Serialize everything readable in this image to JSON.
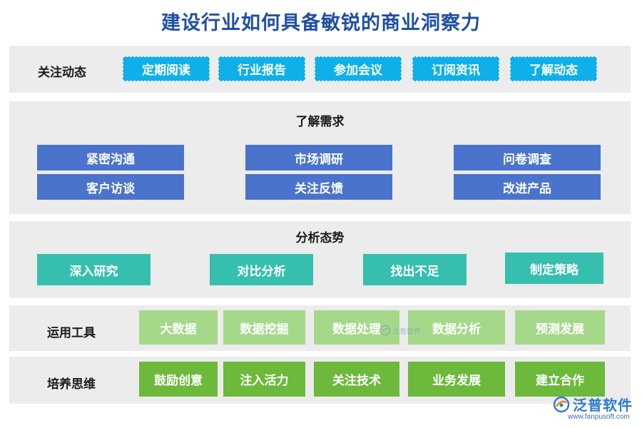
{
  "title": "建设行业如何具备敏锐的商业洞察力",
  "focus": {
    "label": "关注动态",
    "items": [
      "定期阅读",
      "行业报告",
      "参加会议",
      "订阅资讯",
      "了解动态"
    ]
  },
  "needs": {
    "label": "了解需求",
    "items": [
      "紧密沟通",
      "市场调研",
      "问卷调查",
      "客户访谈",
      "关注反馈",
      "改进产品"
    ]
  },
  "analysis": {
    "label": "分析态势",
    "items": [
      "深入研究",
      "对比分析",
      "找出不足",
      "制定策略"
    ]
  },
  "tools": {
    "label": "运用工具",
    "items": [
      "大数据",
      "数据挖掘",
      "数据处理",
      "数据分析",
      "预测发展"
    ]
  },
  "thinking": {
    "label": "培养思维",
    "items": [
      "鼓励创意",
      "注入活力",
      "关注技术",
      "业务发展",
      "建立合作"
    ]
  },
  "watermark": {
    "text": "泛普软件"
  },
  "logo": {
    "name": "泛普软件",
    "url": "www.fanpusoft.com"
  },
  "colors": {
    "title": "#1f4fa3",
    "focus_box": "#0fb0ea",
    "needs_box": "#4a74cc",
    "analysis_box": "#36bfae",
    "tools_box": "#a6d88a",
    "thinking_box": "#6cb93b",
    "panel_bg": "#ececec"
  }
}
